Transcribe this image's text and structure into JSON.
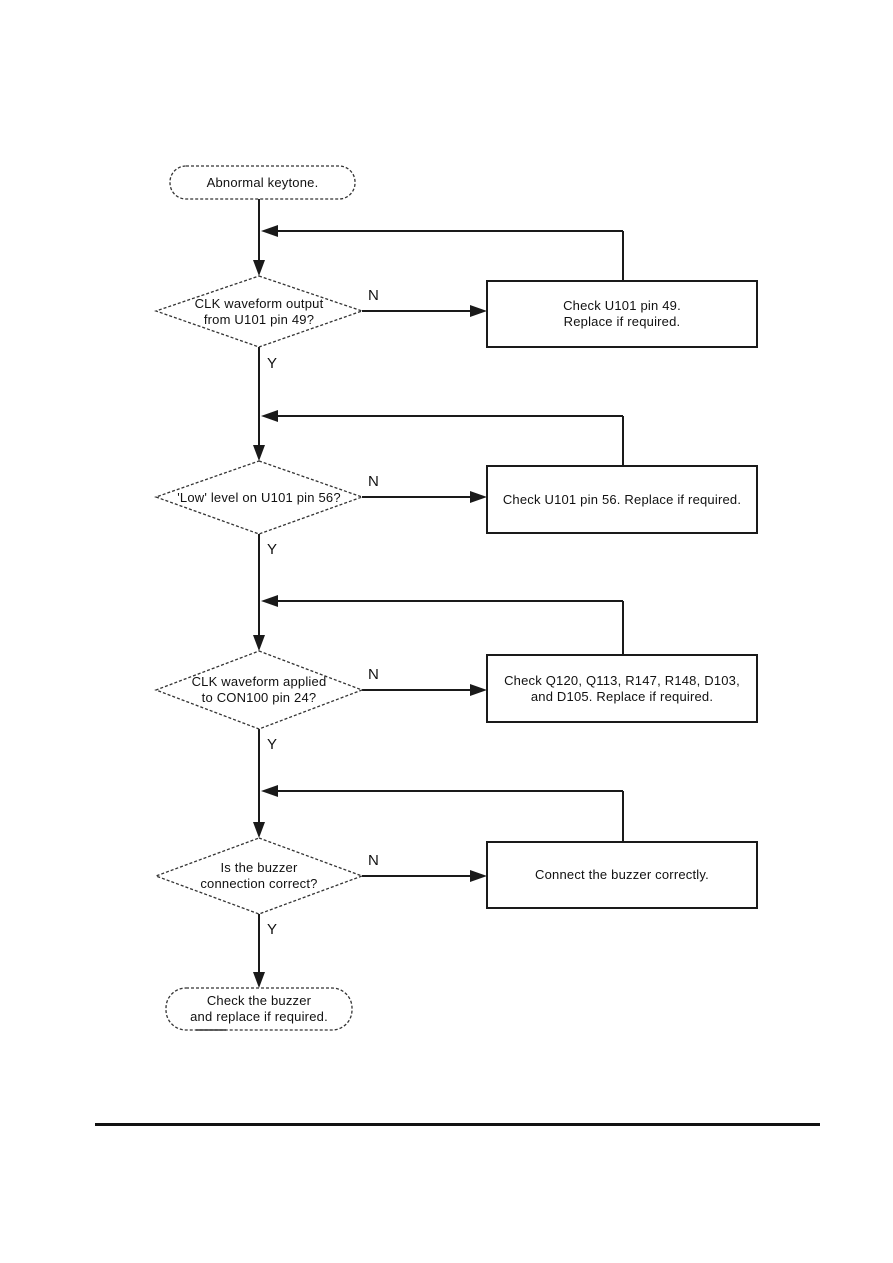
{
  "page": {
    "background": "#ffffff",
    "ink": "#111111"
  },
  "flowchart": {
    "start_label": "Abnormal keytone.",
    "steps": [
      {
        "question": [
          "CLK waveform output",
          "from U101 pin 49?"
        ],
        "no_label": "N",
        "yes_label": "Y",
        "action": [
          "Check U101 pin 49.",
          "Replace if required."
        ]
      },
      {
        "question": [
          "'Low' level on U101 pin 56?"
        ],
        "no_label": "N",
        "yes_label": "Y",
        "action": [
          "Check U101 pin 56. Replace if required."
        ]
      },
      {
        "question": [
          "CLK waveform applied",
          "to CON100 pin 24?"
        ],
        "no_label": "N",
        "yes_label": "Y",
        "action": [
          "Check Q120, Q113, R147, R148, D103,",
          "and D105. Replace if required."
        ]
      },
      {
        "question": [
          "Is the buzzer",
          "connection correct?"
        ],
        "no_label": "N",
        "yes_label": "Y",
        "action": [
          "Connect the buzzer correctly."
        ]
      }
    ],
    "end_label": [
      "Check the buzzer",
      "and replace if required."
    ]
  }
}
